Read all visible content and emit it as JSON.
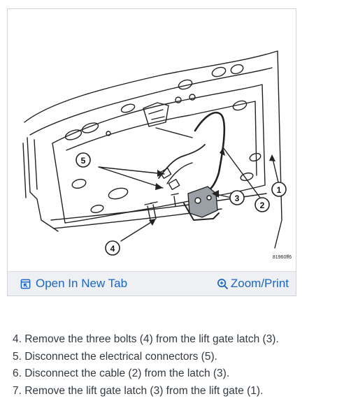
{
  "figure": {
    "callouts": [
      "1",
      "2",
      "3",
      "4",
      "5"
    ],
    "figure_code": "81960ff6",
    "open_label": "Open In New Tab",
    "zoom_label": "Zoom/Print",
    "icons": {
      "open": "open-new-tab-icon",
      "zoom": "zoom-magnifier-icon"
    },
    "accent_color": "#1a66c4"
  },
  "instructions": [
    "4. Remove the three bolts (4) from the lift gate latch (3).",
    "5. Disconnect the electrical connectors (5).",
    "6. Disconnect the cable (2) from the latch (3).",
    "7. Remove the lift gate latch (3) from the lift gate (1)."
  ]
}
